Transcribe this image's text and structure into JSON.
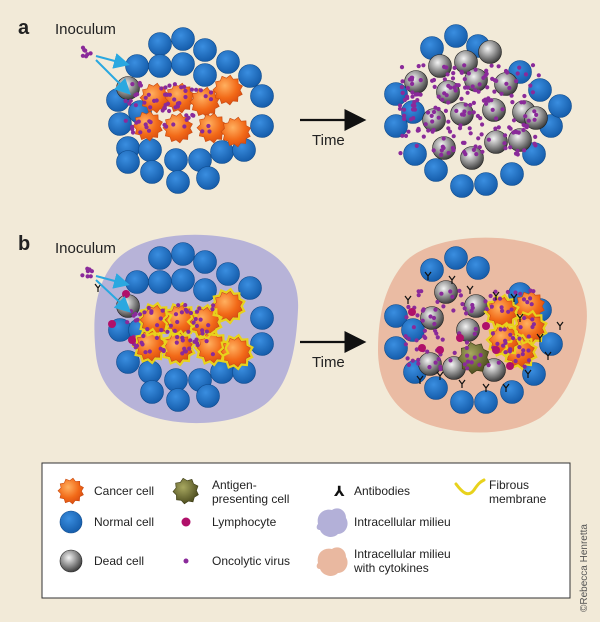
{
  "panels": {
    "a": {
      "letter": "a",
      "inoculum": "Inoculum",
      "time": "Time"
    },
    "b": {
      "letter": "b",
      "inoculum": "Inoculum",
      "time": "Time"
    }
  },
  "legend": {
    "cancer_cell": "Cancer cell",
    "apc_line1": "Antigen-",
    "apc_line2": "presenting cell",
    "antibodies": "Antibodies",
    "fibrous_line1": "Fibrous",
    "fibrous_line2": "membrane",
    "normal_cell": "Normal cell",
    "lymphocyte": "Lymphocyte",
    "milieu": "Intracellular milieu",
    "dead_cell": "Dead cell",
    "virus": "Oncolytic virus",
    "milieu_cyto_line1": "Intracellular milieu",
    "milieu_cyto_line2": "with cytokines"
  },
  "credit": "©Rebecca Henretta",
  "colors": {
    "normal": "#1f6fc0",
    "cancer": "#f06a1a",
    "dead": "#555555",
    "apc": "#5e5e2a",
    "lymphocyte": "#b0106a",
    "virus": "#8a2a9a",
    "milieu": "#b3b0d8",
    "milieu_cyto": "#e9b8a0",
    "membrane": "#e8d21c",
    "arrow": "#2aa8e0"
  }
}
